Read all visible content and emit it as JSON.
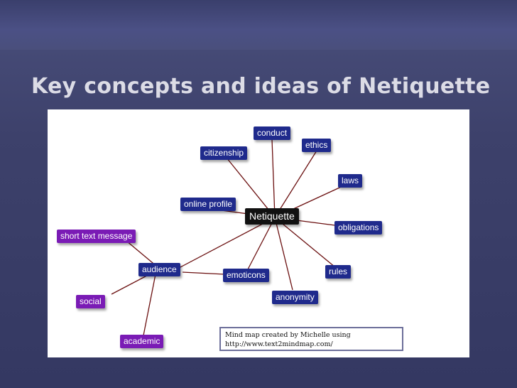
{
  "slide": {
    "title": "Key concepts and ideas of Netiquette"
  },
  "mindmap": {
    "central": "Netiquette",
    "branches": [
      "conduct",
      "ethics",
      "citizenship",
      "laws",
      "online profile",
      "obligations",
      "rules",
      "anonymity",
      "emoticons",
      "audience"
    ],
    "audience_children": [
      "short text message",
      "social",
      "academic"
    ],
    "colors": {
      "branch": "#1f2a8c",
      "leaf": "#7a1bb5",
      "central": "#111111",
      "line": "#6b1010"
    }
  },
  "credit": {
    "line1": "Mind map created by Michelle using",
    "line2": "http://www.text2mindmap.com/"
  }
}
